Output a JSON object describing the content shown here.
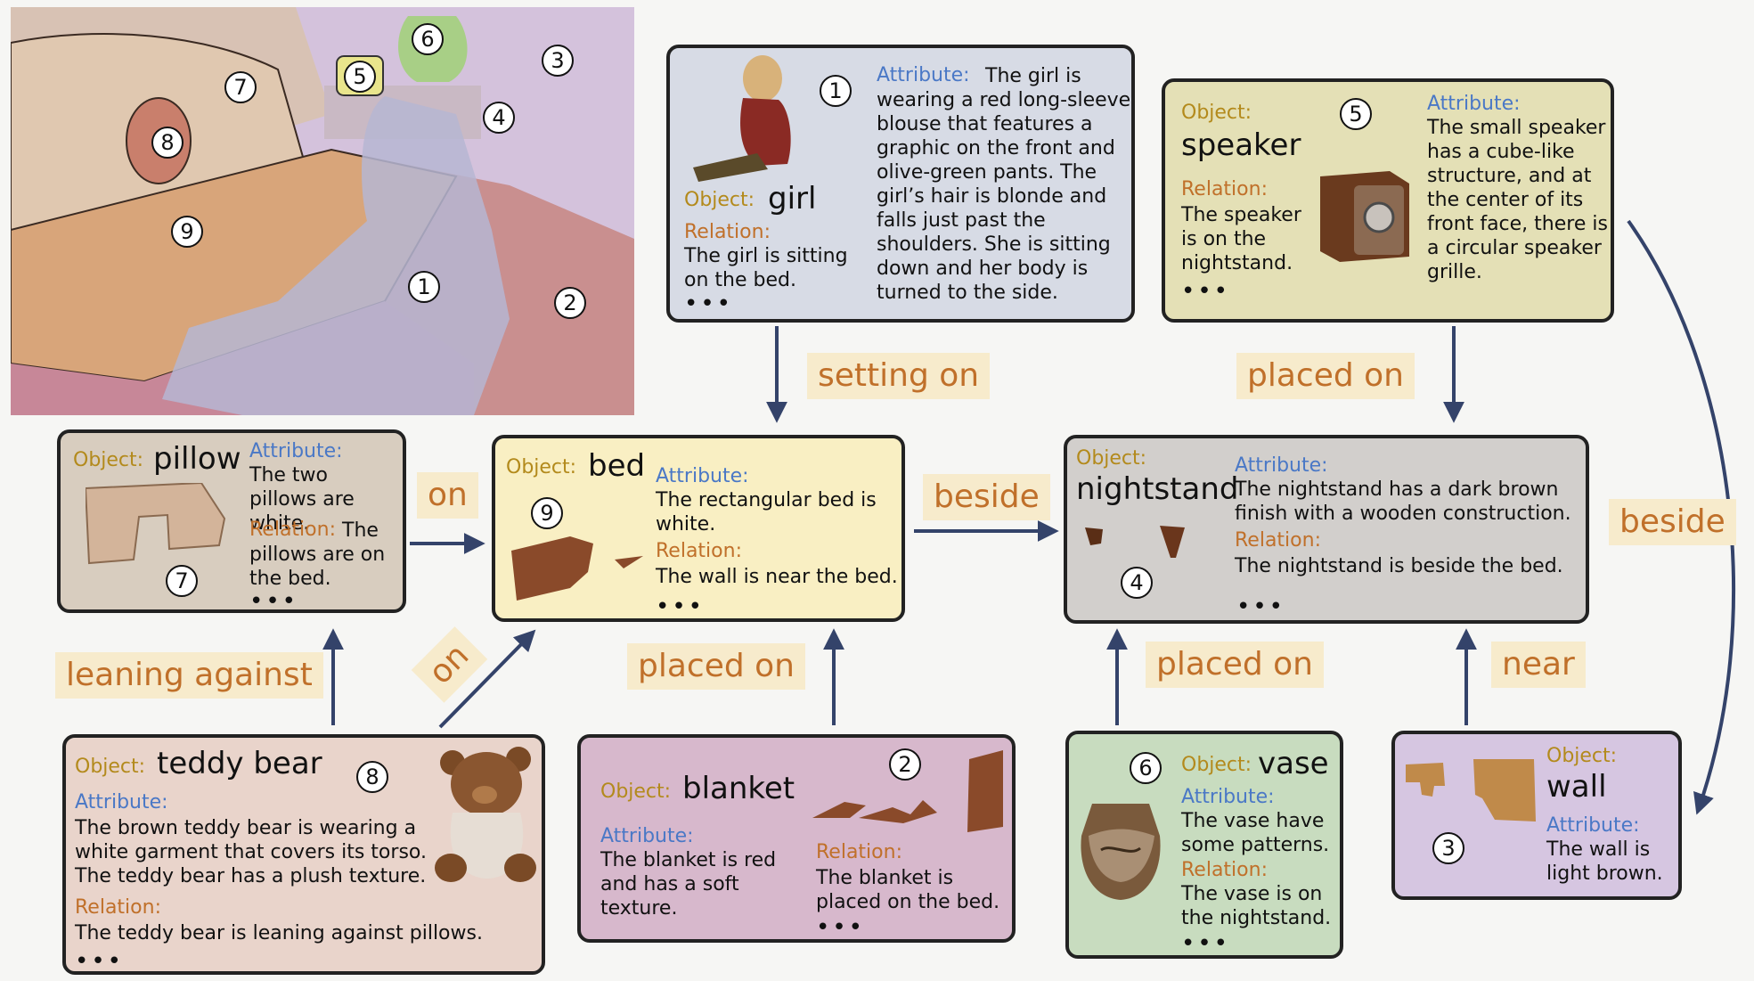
{
  "labels": {
    "object": "Object:",
    "attribute": "Attribute:",
    "relation": "Relation:",
    "more": "•••"
  },
  "scene": {
    "markers": [
      "1",
      "2",
      "3",
      "4",
      "5",
      "6",
      "7",
      "8",
      "9"
    ]
  },
  "nodes": {
    "girl": {
      "num": "1",
      "name": "girl",
      "attribute": "The girl is wearing a red long-sleeve blouse that features a graphic on the front and olive-green pants. The girl’s hair is blonde and falls just past the shoulders. She is sitting down and her body is turned to the side.",
      "relation": "The girl is sitting on the bed."
    },
    "speaker": {
      "num": "5",
      "name": "speaker",
      "attribute": "The small speaker has a cube-like structure, and at the center of its front face, there is a circular speaker grille.",
      "relation": "The speaker is on the nightstand."
    },
    "pillow": {
      "num": "7",
      "name": "pillow",
      "attribute": "The two pillows are white.",
      "relation": "The pillows are on the bed."
    },
    "bed": {
      "num": "9",
      "name": "bed",
      "attribute": "The rectangular bed is white.",
      "relation": "The wall is near the bed."
    },
    "nightstand": {
      "num": "4",
      "name": "nightstand",
      "attribute": "The nightstand has a dark brown finish with a wooden construction.",
      "relation": "The nightstand is beside the bed."
    },
    "teddy": {
      "num": "8",
      "name": "teddy bear",
      "attribute": "The brown teddy bear is wearing a white garment that covers its torso. The teddy bear has a plush texture.",
      "relation": "The teddy bear is leaning against pillows."
    },
    "blanket": {
      "num": "2",
      "name": "blanket",
      "attribute": "The blanket is red and has a soft texture.",
      "relation": "The blanket is placed on the bed."
    },
    "vase": {
      "num": "6",
      "name": "vase",
      "attribute": "The vase have some patterns.",
      "relation": "The vase is on the nightstand."
    },
    "wall": {
      "num": "3",
      "name": "wall",
      "attribute": "The wall is light brown."
    }
  },
  "edges": {
    "girl_bed": "setting on",
    "speaker_nightstand": "placed on",
    "wall_speaker": "beside",
    "pillow_bed": "on",
    "bed_nightstand": "beside",
    "teddy_pillow": "leaning against",
    "teddy_bed": "on",
    "blanket_bed": "placed on",
    "vase_nightstand": "placed on",
    "wall_nightstand": "near"
  },
  "colors": {
    "girl": "#d7dbe5",
    "speaker": "#e4e0b6",
    "pillow": "#d8cdbf",
    "bed": "#f9efc3",
    "nightstand": "#d2cfcc",
    "teddy": "#e9d4cb",
    "blanket": "#d7b8cc",
    "vase": "#c8dcbf",
    "wall": "#d6c6e1",
    "arrow": "#34436a",
    "edge_bg": "#f7ebcc",
    "edge_text": "#c0702a"
  }
}
